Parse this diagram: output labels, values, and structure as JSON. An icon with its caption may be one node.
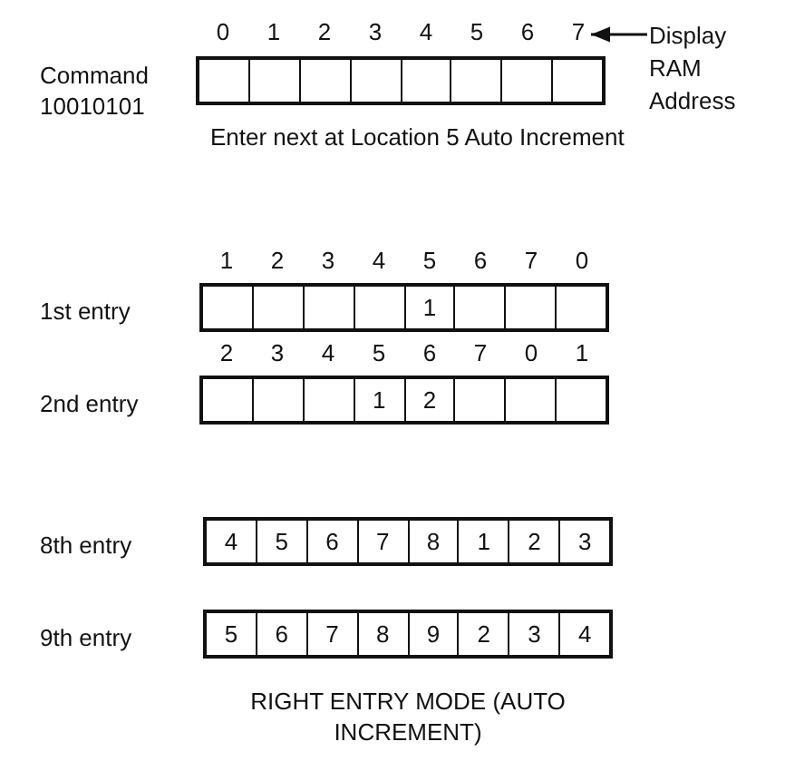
{
  "diagram": {
    "caption": "RIGHT ENTRY MODE (AUTO INCREMENT)",
    "nodes": [
      {
        "text": [],
        "shape": "box",
        "beside": [
          "Command 10010101"
        ]
      },
      {
        "text": [],
        "shape": "box",
        "in": 0
      },
      {
        "text": [],
        "shape": "box",
        "in": 0
      },
      {
        "text": [],
        "shape": "box",
        "in": 0
      },
      {
        "text": [],
        "shape": "box",
        "in": 0
      },
      {
        "text": [],
        "shape": "box",
        "in": 0
      },
      {
        "text": [],
        "shape": "box",
        "in": 0
      },
      {
        "text": [],
        "shape": "box",
        "in": 0
      },
      {
        "text": [],
        "shape": "box",
        "in": 0
      },
      {
        "text": [
          "Display RAM Address"
        ]
      },
      {
        "text": [],
        "shape": "box",
        "beside": [
          "1st entry"
        ]
      },
      {
        "text": [],
        "shape": "box",
        "in": 10
      },
      {
        "text": [],
        "shape": "box",
        "in": 10
      },
      {
        "text": [],
        "shape": "box",
        "in": 10
      },
      {
        "text": [],
        "shape": "box",
        "in": 10
      },
      {
        "text": [
          "1"
        ],
        "in": 10
      },
      {
        "text": [],
        "shape": "box",
        "in": 10
      },
      {
        "text": [],
        "shape": "box",
        "in": 10
      },
      {
        "text": [],
        "shape": "box",
        "in": 10
      },
      {
        "text": [],
        "shape": "box",
        "beside": [
          "2nd entry"
        ]
      },
      {
        "text": [],
        "shape": "box",
        "in": 19
      },
      {
        "text": [],
        "shape": "box",
        "in": 19
      },
      {
        "text": [],
        "shape": "box",
        "in": 19
      },
      {
        "text": [
          "1"
        ],
        "in": 19
      },
      {
        "text": [
          "2"
        ],
        "in": 19
      },
      {
        "text": [],
        "shape": "box",
        "in": 19
      },
      {
        "text": [],
        "shape": "box",
        "in": 19
      },
      {
        "text": [],
        "shape": "box",
        "in": 19
      },
      {
        "text": [],
        "shape": "box",
        "beside": [
          "8th entry"
        ]
      },
      {
        "text": [
          "4"
        ],
        "in": 28
      },
      {
        "text": [
          "5"
        ],
        "in": 28
      },
      {
        "text": [
          "6"
        ],
        "in": 28
      },
      {
        "text": [
          "7"
        ],
        "in": 28
      },
      {
        "text": [
          "8"
        ],
        "in": 28
      },
      {
        "text": [
          "1"
        ],
        "in": 28
      },
      {
        "text": [
          "2"
        ],
        "in": 28
      },
      {
        "text": [
          "3"
        ],
        "in": 28
      },
      {
        "text": [],
        "shape": "box",
        "beside": [
          "9th entry"
        ]
      },
      {
        "text": [
          "5"
        ],
        "in": 37
      },
      {
        "text": [
          "6"
        ],
        "in": 37
      },
      {
        "text": [
          "7"
        ],
        "in": 37
      },
      {
        "text": [
          "8"
        ],
        "in": 37
      },
      {
        "text": [
          "9"
        ],
        "in": 37
      },
      {
        "text": [
          "2"
        ],
        "in": 37
      },
      {
        "text": [
          "3"
        ],
        "in": 37
      },
      {
        "text": [
          "4"
        ],
        "in": 37
      },
      {
        "text": [
          "7"
        ]
      }
    ],
    "edges": [
      {
        "from": 9,
        "to": 46,
        "arrow": "to"
      }
    ],
    "labels": [
      "0",
      "1",
      "2",
      "3",
      "4",
      "5",
      "6",
      "Enter next at Location 5 Auto Increment",
      "1",
      "2",
      "3",
      "4",
      "5",
      "6",
      "7",
      "0",
      "2",
      "3",
      "4",
      "5",
      "6",
      "7",
      "0",
      "1"
    ]
  }
}
